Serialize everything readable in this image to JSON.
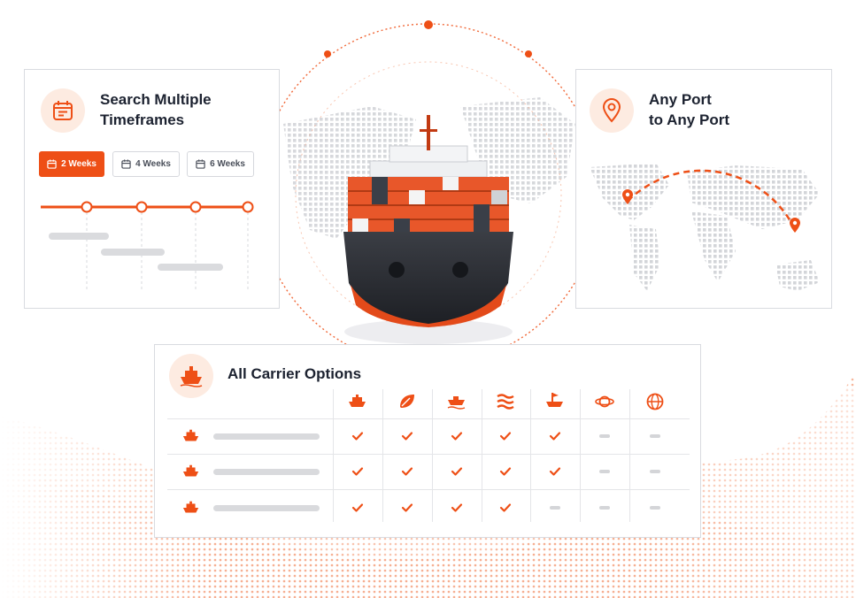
{
  "timeframes": {
    "title": "Search Multiple\nTimeframes",
    "buttons": [
      {
        "label": "2 Weeks",
        "active": true
      },
      {
        "label": "4 Weeks",
        "active": false
      },
      {
        "label": "6 Weeks",
        "active": false
      }
    ]
  },
  "ports": {
    "title": "Any Port\nto Any Port"
  },
  "carriers": {
    "title": "All Carrier Options",
    "columns": [
      "ship-icon",
      "leaf-icon",
      "boat-icon",
      "waves-icon",
      "flag-ship-icon",
      "planet-icon",
      "globe-icon"
    ],
    "rows": [
      [
        true,
        true,
        true,
        true,
        true,
        false,
        false
      ],
      [
        true,
        true,
        true,
        true,
        true,
        false,
        false
      ],
      [
        true,
        true,
        true,
        true,
        false,
        false,
        false
      ]
    ]
  },
  "colors": {
    "accent": "#ee4f16",
    "accent_light": "#fdebe1",
    "border": "#d9dbe0",
    "placeholder": "#d9dadd"
  }
}
